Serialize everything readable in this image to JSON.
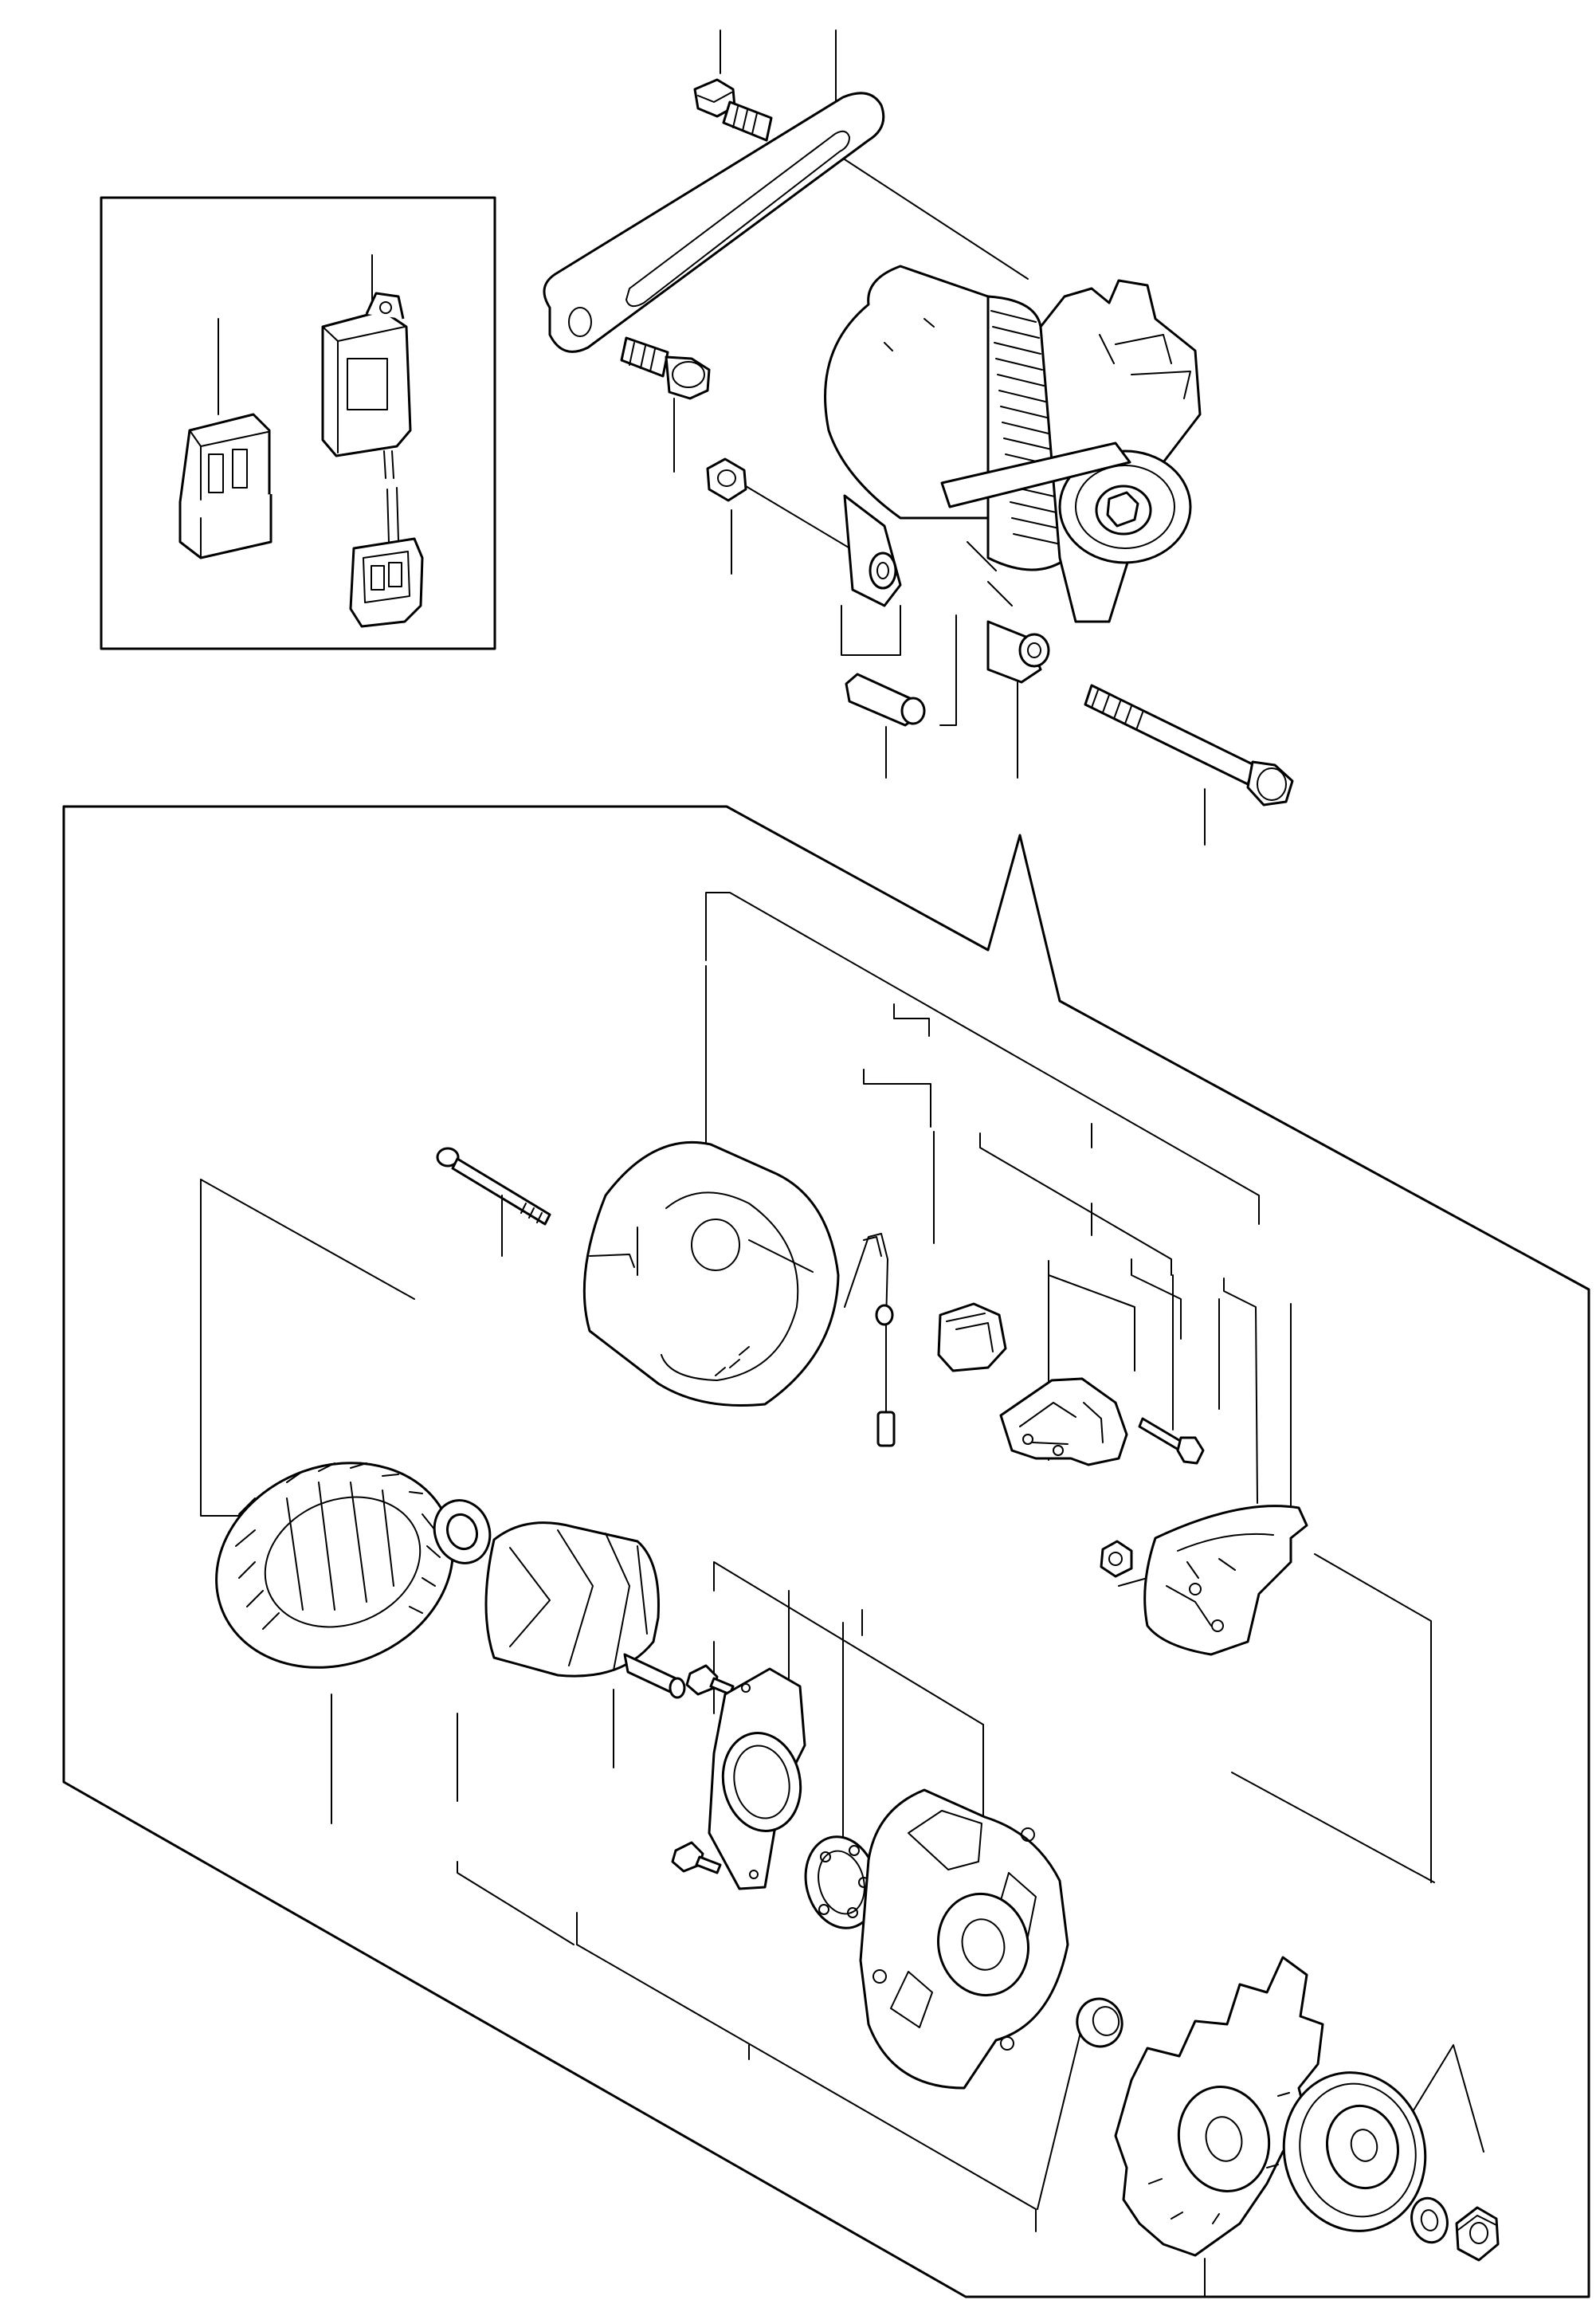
{
  "diagram": {
    "type": "exploded-parts-diagram",
    "subject": "alternator",
    "text_labels": [],
    "colors": {
      "line": "#000000",
      "background": "#ffffff"
    },
    "views": [
      {
        "id": "connector-inset",
        "parts": [
          "connector-housing",
          "regulator-module",
          "wiring-plug"
        ]
      },
      {
        "id": "assembly",
        "parts": [
          "adjusting-bolt",
          "adjusting-bracket",
          "bracket-bolt",
          "alternator-assembly",
          "spacer-collar",
          "mount-washer",
          "through-bolt",
          "bushing-nut"
        ]
      },
      {
        "id": "exploded-view",
        "parts": [
          "through-bolt-long",
          "rear-cover",
          "terminal-wire",
          "brush-holder",
          "rectifier-holder",
          "small-screw",
          "stator",
          "bearing-rear",
          "rotor",
          "retainer-plate",
          "plate-screw-upper",
          "plate-screw-lower",
          "bearing-front",
          "front-housing",
          "spacer",
          "cooling-fan",
          "pulley",
          "washer",
          "pulley-nut",
          "rectifier-plate",
          "terminal-nut"
        ]
      }
    ]
  }
}
